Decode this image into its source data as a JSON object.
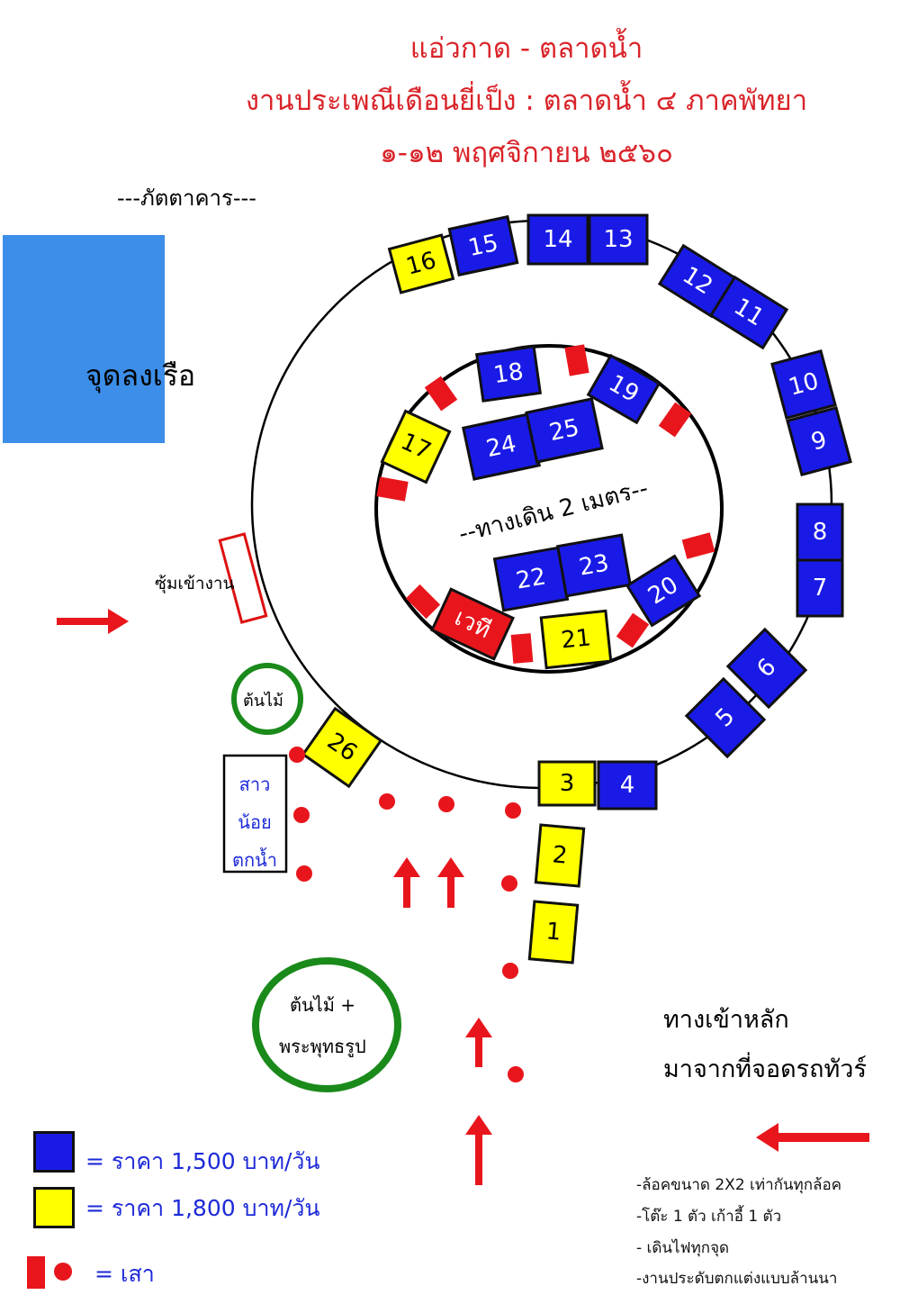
{
  "title": {
    "line1": "แอ่วกาด - ตลาดน้ำ",
    "line2": "งานประเพณีเดือนยี่เป็ง : ตลาดน้ำ ๔ ภาคพัทยา",
    "line3": "๑-๑๒ พฤศจิกายน ๒๕๖๐"
  },
  "labels": {
    "restaurant": "---ภัตตาคาร---",
    "boat_pier": "จุดลงเรือ",
    "entrance_arch": "ซุ้มเข้างาน",
    "tree": "ต้นไม้",
    "girl_fall_water": [
      "สาว",
      "น้อย",
      "ตกน้ำ"
    ],
    "tree_buddha_1": "ต้นไม้ +",
    "tree_buddha_2": "พระพุทธรูป",
    "walkway": "--ทางเดิน 2 เมตร--",
    "stage": "เวที",
    "main_entrance_1": "ทางเข้าหลัก",
    "main_entrance_2": "มาจากที่จอดรถทัวร์"
  },
  "booths": {
    "b16": "16",
    "b15": "15",
    "b14": "14",
    "b13": "13",
    "b12": "12",
    "b11": "11",
    "b10": "10",
    "b9": "9",
    "b8": "8",
    "b7": "7",
    "b6": "6",
    "b5": "5",
    "b4": "4",
    "b3": "3",
    "b2": "2",
    "b1": "1",
    "b26": "26",
    "b18": "18",
    "b19": "19",
    "b17": "17",
    "b24": "24",
    "b25": "25",
    "b22": "22",
    "b23": "23",
    "b20": "20",
    "b21": "21"
  },
  "legend": {
    "blue": "= ราคา 1,500 บาท/วัน",
    "yellow": "= ราคา 1,800 บาท/วัน",
    "post": "= เสา"
  },
  "notes": [
    "-ล้อคขนาด 2X2 เท่ากันทุกล้อค",
    "-โต๊ะ 1 ตัว เก้าอี้ 1 ตัว",
    "- เดินไฟทุกจุด",
    "-งานประดับตกแต่งแบบล้านนา"
  ],
  "colors": {
    "blue_booth": "#1a1ae6",
    "yellow_booth": "#ffff00",
    "red": "#e8161c",
    "pier": "#3c8ee8",
    "green": "#1a8a1a"
  }
}
